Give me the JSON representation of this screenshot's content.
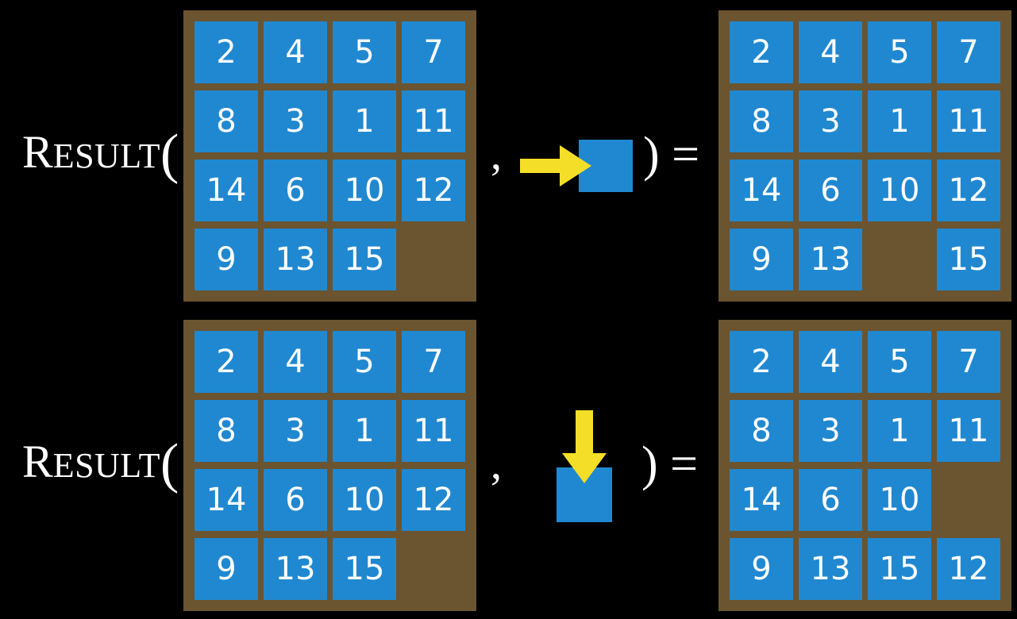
{
  "theme": {
    "background": "#000000",
    "tile_color": "#2088d0",
    "board_color": "#6b5430",
    "arrow_color": "#f5de28",
    "text_color": "#ffffff"
  },
  "notation": {
    "function_cap": "R",
    "function_rest": "ESULT",
    "open_paren": "(",
    "comma": ",",
    "close_equals": ") ="
  },
  "rows": [
    {
      "id": "row-0",
      "label": {
        "cap": "R",
        "rest": "ESULT",
        "paren": "("
      },
      "input_board": {
        "rows": 4,
        "cols": 4,
        "cells": [
          [
            "2",
            "4",
            "5",
            "7"
          ],
          [
            "8",
            "3",
            "1",
            "11"
          ],
          [
            "14",
            "6",
            "10",
            "12"
          ],
          [
            "9",
            "13",
            "15",
            ""
          ]
        ]
      },
      "move": {
        "direction": "right",
        "arrow_icon": "arrow-right-icon",
        "tile_label": ""
      },
      "output_board": {
        "rows": 4,
        "cols": 4,
        "cells": [
          [
            "2",
            "4",
            "5",
            "7"
          ],
          [
            "8",
            "3",
            "1",
            "11"
          ],
          [
            "14",
            "6",
            "10",
            "12"
          ],
          [
            "9",
            "13",
            "",
            "15"
          ]
        ]
      }
    },
    {
      "id": "row-1",
      "label": {
        "cap": "R",
        "rest": "ESULT",
        "paren": "("
      },
      "input_board": {
        "rows": 4,
        "cols": 4,
        "cells": [
          [
            "2",
            "4",
            "5",
            "7"
          ],
          [
            "8",
            "3",
            "1",
            "11"
          ],
          [
            "14",
            "6",
            "10",
            "12"
          ],
          [
            "9",
            "13",
            "15",
            ""
          ]
        ]
      },
      "move": {
        "direction": "down",
        "arrow_icon": "arrow-down-icon",
        "tile_label": ""
      },
      "output_board": {
        "rows": 4,
        "cols": 4,
        "cells": [
          [
            "2",
            "4",
            "5",
            "7"
          ],
          [
            "8",
            "3",
            "1",
            "11"
          ],
          [
            "14",
            "6",
            "10",
            ""
          ],
          [
            "9",
            "13",
            "15",
            "12"
          ]
        ]
      }
    }
  ]
}
